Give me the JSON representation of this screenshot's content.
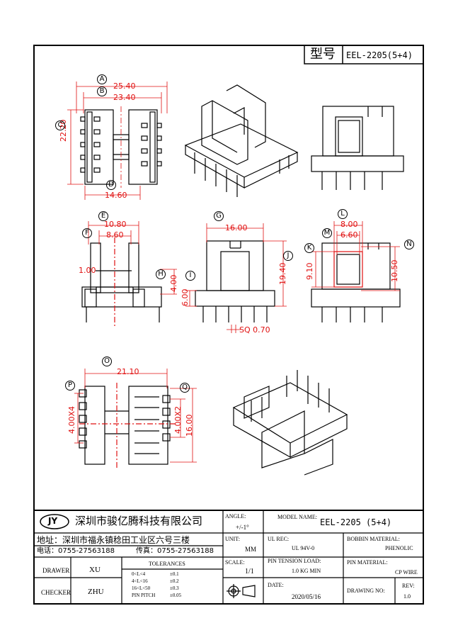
{
  "header": {
    "type_label": "型号",
    "type_value": "EEL-2205(5+4)"
  },
  "dims_top_left": {
    "A": "A",
    "B": "B",
    "C": "C",
    "D": "D",
    "a": "25.40",
    "b": "23.40",
    "c": "22.20",
    "d": "14.60"
  },
  "dims_side_left": {
    "E": "E",
    "F": "F",
    "H": "H",
    "e": "10.80",
    "f": "8.60",
    "g": "1.00",
    "h": "4.00"
  },
  "dims_front": {
    "G": "G",
    "I": "I",
    "J": "J",
    "g": "16.00",
    "i": "6.00",
    "j": "19.40",
    "sq": "SQ 0.70"
  },
  "dims_end": {
    "L": "L",
    "M": "M",
    "K": "K",
    "N": "N",
    "l": "8.00",
    "m": "6.60",
    "k": "9.10",
    "n": "10.50"
  },
  "dims_bottom": {
    "O": "O",
    "P": "P",
    "Q": "Q",
    "o": "21.10",
    "p": "4.00X4",
    "q1": "4.00X2",
    "q2": "16.00"
  },
  "title_block": {
    "logo": "JY",
    "company": "深圳市骏亿腾科技有限公司",
    "address": "地址：深圳市福永镇稔田工业区六号三楼",
    "tel": "电话：0755-27563188",
    "fax": "传真：0755-27563188",
    "drawer_label": "DRAWER",
    "drawer_value": "XU",
    "checker_label": "CHECKER",
    "checker_value": "ZHU",
    "tolerances_label": "TOLERANCES",
    "tolerance_rows": [
      {
        "range": "0<L<4",
        "value": "±0.1"
      },
      {
        "range": "4<L<16",
        "value": "±0.2"
      },
      {
        "range": "16<L<50",
        "value": "±0.3"
      },
      {
        "range": "PIN PITCH",
        "value": "±0.05"
      }
    ],
    "angle_label": "ANGLE:",
    "angle_value": "+/-1°",
    "unit_label": "UNIT:",
    "unit_value": "MM",
    "scale_label": "SCALE:",
    "scale_value": "1/1",
    "model_label": "MODEL NAME:",
    "model_value": "EEL-2205 (5+4)",
    "ul_label": "UL REC:",
    "ul_value": "UL 94V-0",
    "bobbin_label": "BOBBIN MATERIAL:",
    "bobbin_value": "PHENOLIC",
    "pin_tension_label": "PIN TENSION LOAD:",
    "pin_tension_value": "1.0 KG MIN",
    "pin_material_label": "PIN MATERIAL:",
    "pin_material_value": "CP WIRE",
    "date_label": "DATE:",
    "date_value": "2020/05/16",
    "drawing_no_label": "DRAWING NO:",
    "rev_label": "REV:",
    "rev_value": "1.0"
  },
  "colors": {
    "line": "#000000",
    "dimension": "#e01010",
    "center": "#e01010"
  }
}
